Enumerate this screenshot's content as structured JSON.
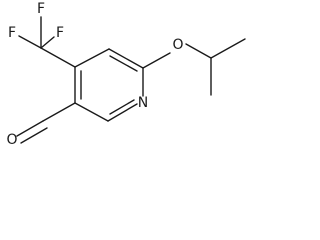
{
  "molecule": {
    "atoms": {
      "f_top": "F",
      "f_left": "F",
      "f_right": "F",
      "ether_oxygen": "O",
      "ring_nitrogen": "N",
      "aldehyde_oxygen": "O"
    }
  }
}
